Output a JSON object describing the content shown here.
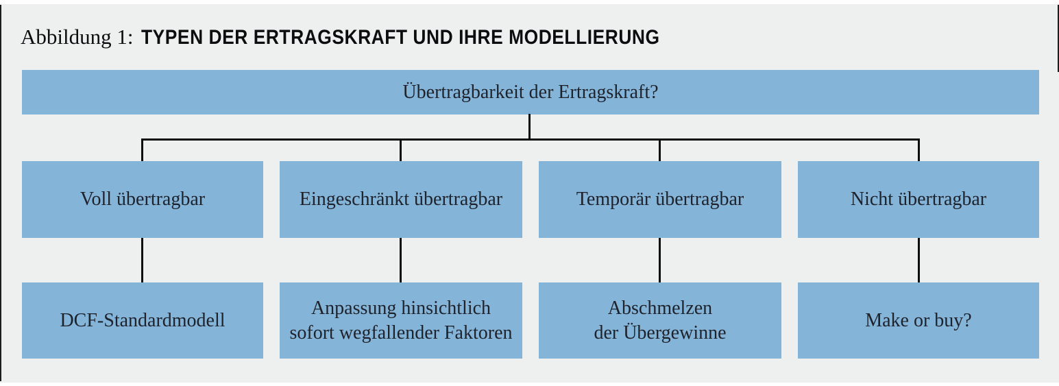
{
  "figure": {
    "label": "Abbildung 1:",
    "title": "TYPEN DER ERTRAGSKRAFT UND IHRE MODELLIERUNG"
  },
  "root": {
    "label": "Übertragbarkeit der Ertragskraft?"
  },
  "branches": [
    {
      "type": "Voll übertragbar",
      "model": "DCF-Standardmodell"
    },
    {
      "type": "Eingeschränkt übertragbar",
      "model": "Anpassung hinsichtlich\nsofort wegfallender Faktoren"
    },
    {
      "type": "Temporär übertragbar",
      "model": "Abschmelzen\nder Übergewinne"
    },
    {
      "type": "Nicht übertragbar",
      "model": "Make or buy?"
    }
  ],
  "colors": {
    "box_blue": "#85b4d9",
    "background_gray": "#eef0ef",
    "connector_black": "#0d0d0d",
    "text_dark": "#1e222b"
  }
}
